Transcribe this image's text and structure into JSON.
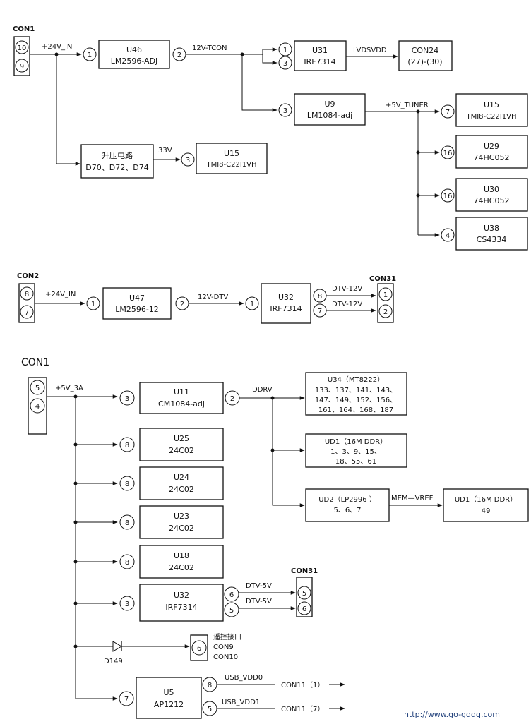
{
  "sections": {
    "s1_con": "CON1",
    "s2_con": "CON2",
    "s3_con": "CON1"
  },
  "connectors": {
    "con1_a": [
      "10",
      "9"
    ],
    "con2": [
      "8",
      "7"
    ],
    "con31_top": "CON31",
    "con31_top_pins": [
      "1",
      "2"
    ],
    "con1_b": [
      "5",
      "4"
    ],
    "con31_bottom": "CON31",
    "con31_bottom_pins": [
      "5",
      "6"
    ]
  },
  "nets": {
    "v24_in_a": "+24V_IN",
    "v12_tcon": "12V-TCON",
    "lvdsvdd": "LVDSVDD",
    "v5_tuner": "+5V_TUNER",
    "v33": "33V",
    "v24_in_b": "+24V_IN",
    "v12_dtv": "12V-DTV",
    "dtv12_a": "DTV-12V",
    "dtv12_b": "DTV-12V",
    "v5_3a": "+5V_3A",
    "ddrv": "DDRV",
    "mem_vref": "MEM—VREF",
    "dtv5_a": "DTV-5V",
    "dtv5_b": "DTV-5V",
    "usb_vdd0": "USB_VDD0",
    "usb_vdd1": "USB_VDD1",
    "con11_1": "CON11（1）",
    "con11_7": "CON11（7）"
  },
  "blocks": {
    "u46": {
      "ref": "U46",
      "part": "LM2596-ADJ"
    },
    "u31": {
      "ref": "U31",
      "part": "IRF7314"
    },
    "con24": {
      "ref": "CON24",
      "part": "(27)-(30)"
    },
    "u9": {
      "ref": "U9",
      "part": "LM1084-adj"
    },
    "u15a": {
      "ref": "U15",
      "part": "TMI8-C22I1VH"
    },
    "u29": {
      "ref": "U29",
      "part": "74HC052"
    },
    "u30": {
      "ref": "U30",
      "part": "74HC052"
    },
    "u38": {
      "ref": "U38",
      "part": "CS4334"
    },
    "boost": {
      "ref": "升压电路",
      "part": "D70、D72、D74"
    },
    "u15b": {
      "ref": "U15",
      "part": "TMI8-C22I1VH"
    },
    "u47": {
      "ref": "U47",
      "part": "LM2596-12"
    },
    "u32a": {
      "ref": "U32",
      "part": "IRF7314"
    },
    "u11": {
      "ref": "U11",
      "part": "CM1084-adj"
    },
    "u34": {
      "ref": "U34（MT8222）",
      "l1": "133、137、141、143、",
      "l2": "147、149、152、156、",
      "l3": "161、164、168、187"
    },
    "ud1a": {
      "ref": "UD1（16M DDR）",
      "l1": "1、3、9、15、",
      "l2": "18、55、61"
    },
    "ud2": {
      "ref": "UD2（LP2996 ）",
      "l1": "5、6、7"
    },
    "ud1b": {
      "ref": "UD1（16M   DDR）",
      "l1": "49"
    },
    "u25": {
      "ref": "U25",
      "part": "24C02"
    },
    "u24": {
      "ref": "U24",
      "part": "24C02"
    },
    "u23": {
      "ref": "U23",
      "part": "24C02"
    },
    "u18": {
      "ref": "U18",
      "part": "24C02"
    },
    "u32b": {
      "ref": "U32",
      "part": "IRF7314"
    },
    "u5": {
      "ref": "U5",
      "part": "AP1212"
    },
    "sensor": {
      "l1": "遥控接口",
      "l2": "CON9",
      "l3": "CON10"
    }
  },
  "diode": "D149",
  "pins": {
    "u46_in": "1",
    "u46_out": "2",
    "u31_1": "1",
    "u31_3": "3",
    "u9_in": "3",
    "u15a_in": "7",
    "u29_in": "16",
    "u30_in": "16",
    "u38_in": "4",
    "u15b_in": "3",
    "u47_in": "1",
    "u47_out": "2",
    "u32a_in": "1",
    "u32a_o1": "8",
    "u32a_o2": "7",
    "u11_in": "3",
    "u11_out": "2",
    "u25_in": "8",
    "u24_in": "8",
    "u23_in": "8",
    "u18_in": "8",
    "u32b_in": "3",
    "u32b_o1": "6",
    "u32b_o2": "5",
    "sensor_pin": "6",
    "u5_in": "7",
    "u5_o1": "8",
    "u5_o2": "5"
  },
  "footer": {
    "url": "http://www.go-gddq.com"
  }
}
